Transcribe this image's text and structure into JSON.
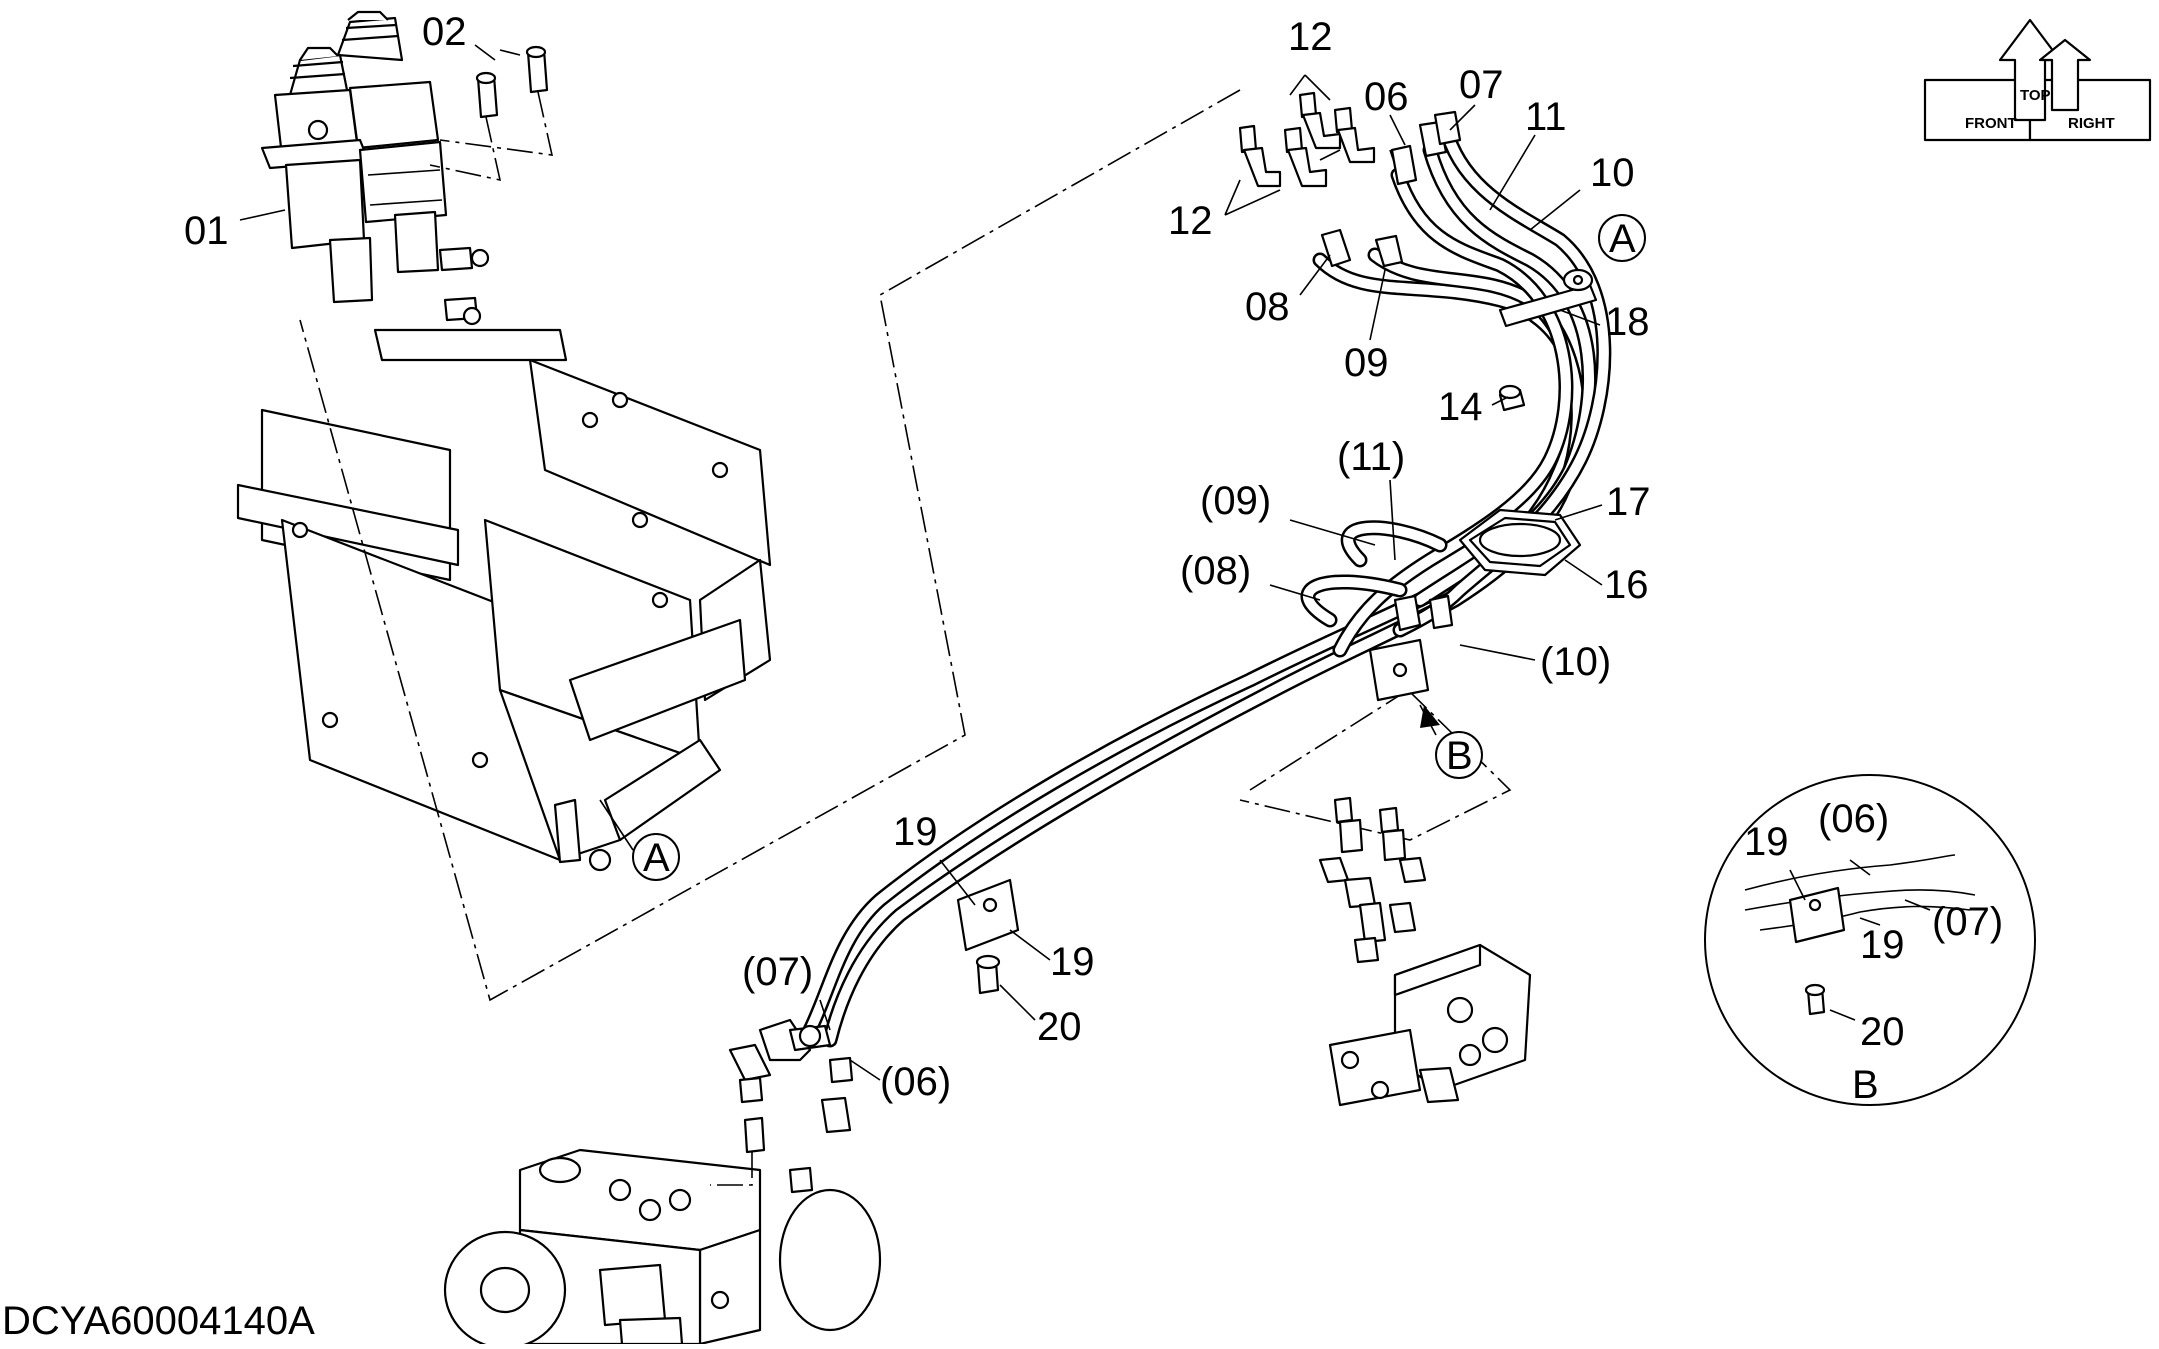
{
  "drawing_code": "DCYA60004140A",
  "orientation": {
    "top": "TOP",
    "front": "FRONT",
    "right": "RIGHT"
  },
  "detail_markers": {
    "a": "A",
    "b": "B",
    "detail_b_title": "B"
  },
  "callouts": {
    "c01": "01",
    "c02": "02",
    "c12a": "12",
    "c12b": "12",
    "c06": "06",
    "c07": "07",
    "c11": "11",
    "c10": "10",
    "c08": "08",
    "c09": "09",
    "c18": "18",
    "c14": "14",
    "c17": "17",
    "c16": "16",
    "p11": "(11)",
    "p09": "(09)",
    "p08": "(08)",
    "p10": "(10)",
    "c19a": "19",
    "c19b": "19",
    "c20": "20",
    "p07": "(07)",
    "p06": "(06)",
    "d19a": "19",
    "d06": "(06)",
    "d19b": "19",
    "d07": "(07)",
    "d20": "20"
  }
}
